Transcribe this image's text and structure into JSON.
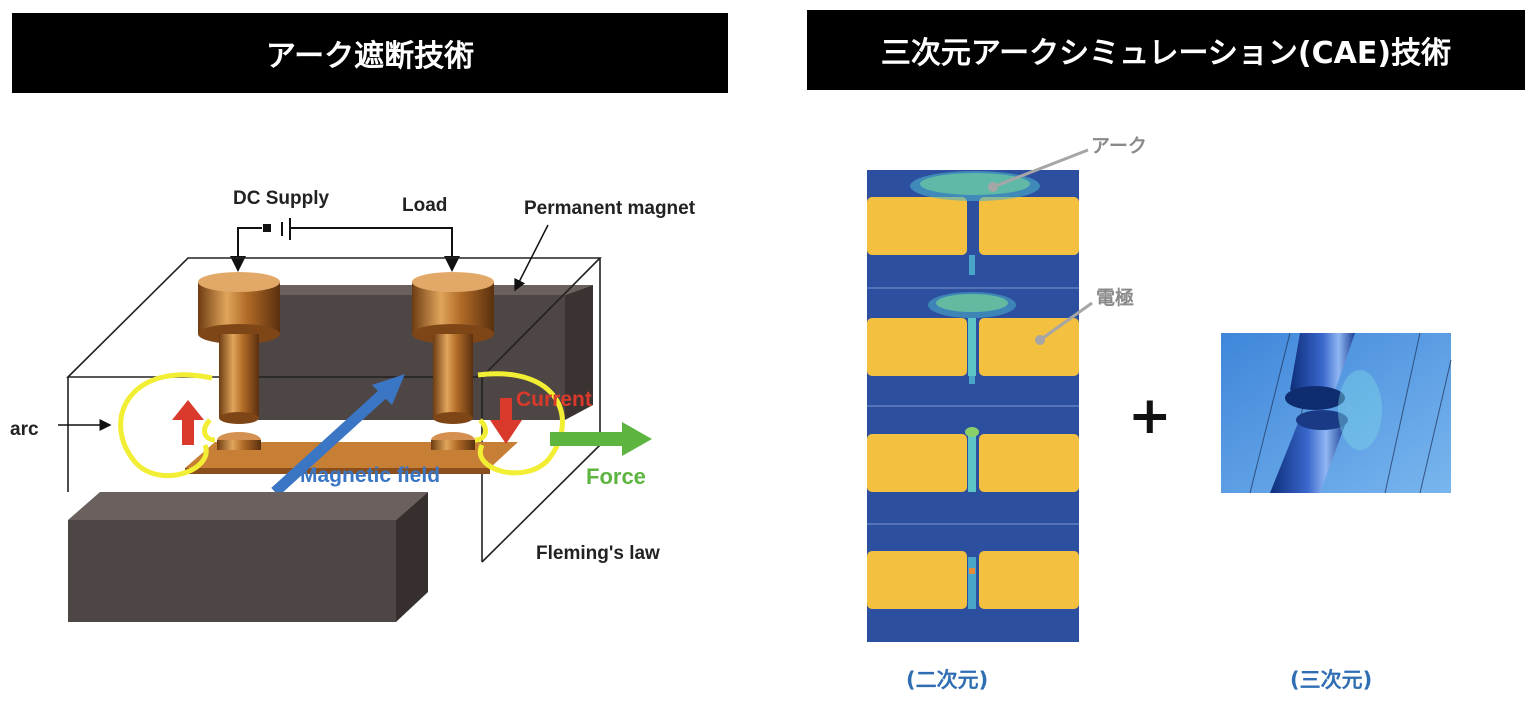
{
  "left_panel": {
    "title": "アーク遮断技術",
    "labels": {
      "dc_supply": "DC Supply",
      "load": "Load",
      "permanent_magnet": "Permanent magnet",
      "arc": "arc",
      "current": "Current",
      "force": "Force",
      "magnetic_field": "Magnetic field",
      "flemings_law": "Fleming's law"
    }
  },
  "right_panel": {
    "title": "三次元アークシミュレーション(CAE)技術",
    "callouts": {
      "arc": "アーク",
      "electrode": "電極"
    },
    "plus": "+",
    "caption_2d": "(二次元)",
    "caption_3d": "(三次元)"
  },
  "colors": {
    "banner_bg": "#000000",
    "copper": "#b8732d",
    "magnet": "#4e4644",
    "arc_yellow": "#f2ee33",
    "current_red": "#d93a2b",
    "field_blue": "#3a76c4",
    "force_green": "#5db540",
    "sim_blue": "#2d4fa0",
    "sim_gold": "#f3c040",
    "caption_blue": "#2f6eb3"
  }
}
